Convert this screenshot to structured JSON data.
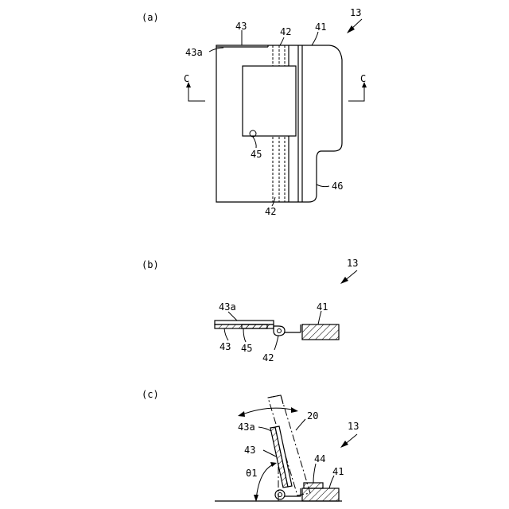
{
  "panels": {
    "a": {
      "panel_label": "(a)",
      "ref_device": "13",
      "ref_43": "43",
      "ref_43a": "43a",
      "ref_42_top": "42",
      "ref_41": "41",
      "section_left": "C",
      "section_right": "C",
      "ref_45": "45",
      "ref_46": "46",
      "ref_42_bottom": "42"
    },
    "b": {
      "panel_label": "(b)",
      "ref_device": "13",
      "ref_43a": "43a",
      "ref_41": "41",
      "ref_43": "43",
      "ref_45": "45",
      "ref_42": "42"
    },
    "c": {
      "panel_label": "(c)",
      "ref_device": "13",
      "ref_43a": "43a",
      "ref_20": "20",
      "ref_43": "43",
      "ref_44": "44",
      "ref_41": "41",
      "angle": "θ1"
    }
  }
}
